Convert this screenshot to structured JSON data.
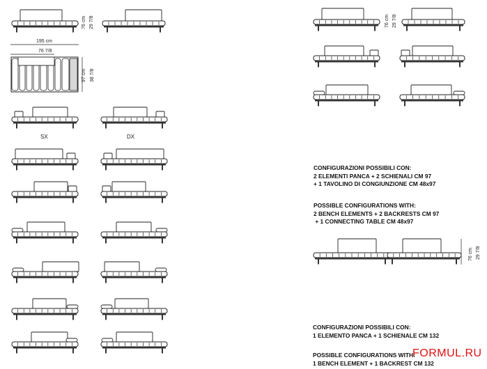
{
  "dimensions": {
    "height_cm": "76 cm",
    "height_in": "29 7/8",
    "width_cm": "195 cm",
    "width_in": "76 7/8",
    "depth_cm": "97 cm",
    "depth_in": "38 7/8",
    "height_cm_right": "76 cm",
    "height_in_right": "29 7/8"
  },
  "sides": {
    "left": "SX",
    "right": "DX"
  },
  "block1": {
    "it": "CONFIGURAZIONI POSSIBILI CON:\n2 ELEMENTI PANCA + 2 SCHIENALI CM 97\n+ 1 TAVOLINO DI CONGIUNZIONE CM 48x97",
    "en": "POSSIBLE CONFIGURATIONS WITH:\n2 BENCH ELEMENTS + 2 BACKRESTS CM 97\n + 1 CONNECTING TABLE CM 48x97"
  },
  "block2": {
    "it": "CONFIGURAZIONI POSSIBILI CON:\n1 ELEMENTO PANCA + 1 SCHIENALE CM 132",
    "en": "POSSIBLE CONFIGURATIONS WITH:\n1 BENCH ELEMENT + 1 BACKREST CM 132"
  },
  "watermark": "FORMUL.RU"
}
